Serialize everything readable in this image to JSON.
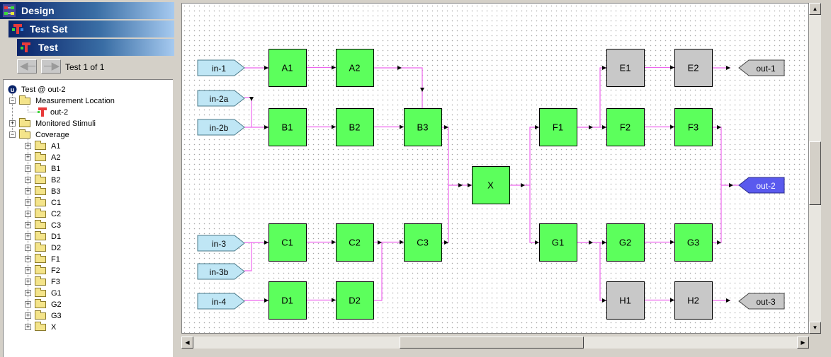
{
  "bands": {
    "design": "Design",
    "test_set": "Test Set",
    "test": "Test"
  },
  "nav": {
    "status": "Test 1 of 1"
  },
  "tree": {
    "root": "Test @ out-2",
    "measurement_location": "Measurement Location",
    "measurement_item": "out-2",
    "monitored_stimuli": "Monitored Stimuli",
    "coverage": "Coverage",
    "coverage_items": [
      "A1",
      "A2",
      "B1",
      "B2",
      "B3",
      "C1",
      "C2",
      "C3",
      "D1",
      "D2",
      "F1",
      "F2",
      "F3",
      "G1",
      "G2",
      "G3",
      "X"
    ]
  },
  "diagram": {
    "colors": {
      "active": "#5cff5c",
      "inactive": "#c8c8c8",
      "input": "#bfe6f5",
      "output_selected": "#5a5aee",
      "wire": "#ee66ee"
    },
    "inputs": [
      {
        "id": "in-1",
        "label": "in-1"
      },
      {
        "id": "in-2a",
        "label": "in-2a"
      },
      {
        "id": "in-2b",
        "label": "in-2b"
      },
      {
        "id": "in-3",
        "label": "in-3"
      },
      {
        "id": "in-3b",
        "label": "in-3b"
      },
      {
        "id": "in-4",
        "label": "in-4"
      }
    ],
    "outputs": [
      {
        "id": "out-1",
        "label": "out-1",
        "selected": false
      },
      {
        "id": "out-2",
        "label": "out-2",
        "selected": true
      },
      {
        "id": "out-3",
        "label": "out-3",
        "selected": false
      }
    ],
    "blocks": [
      {
        "id": "A1",
        "label": "A1",
        "active": true
      },
      {
        "id": "A2",
        "label": "A2",
        "active": true
      },
      {
        "id": "B1",
        "label": "B1",
        "active": true
      },
      {
        "id": "B2",
        "label": "B2",
        "active": true
      },
      {
        "id": "B3",
        "label": "B3",
        "active": true
      },
      {
        "id": "C1",
        "label": "C1",
        "active": true
      },
      {
        "id": "C2",
        "label": "C2",
        "active": true
      },
      {
        "id": "C3",
        "label": "C3",
        "active": true
      },
      {
        "id": "D1",
        "label": "D1",
        "active": true
      },
      {
        "id": "D2",
        "label": "D2",
        "active": true
      },
      {
        "id": "X",
        "label": "X",
        "active": true
      },
      {
        "id": "F1",
        "label": "F1",
        "active": true
      },
      {
        "id": "F2",
        "label": "F2",
        "active": true
      },
      {
        "id": "F3",
        "label": "F3",
        "active": true
      },
      {
        "id": "G1",
        "label": "G1",
        "active": true
      },
      {
        "id": "G2",
        "label": "G2",
        "active": true
      },
      {
        "id": "G3",
        "label": "G3",
        "active": true
      },
      {
        "id": "E1",
        "label": "E1",
        "active": false
      },
      {
        "id": "E2",
        "label": "E2",
        "active": false
      },
      {
        "id": "H1",
        "label": "H1",
        "active": false
      },
      {
        "id": "H2",
        "label": "H2",
        "active": false
      }
    ],
    "connections": [
      [
        "in-1",
        "A1"
      ],
      [
        "A1",
        "A2"
      ],
      [
        "A2",
        "B3"
      ],
      [
        "in-2a",
        "B1"
      ],
      [
        "in-2b",
        "B1"
      ],
      [
        "B1",
        "B2"
      ],
      [
        "B2",
        "B3"
      ],
      [
        "B3",
        "X"
      ],
      [
        "in-3",
        "C1"
      ],
      [
        "in-3b",
        "C1"
      ],
      [
        "C1",
        "C2"
      ],
      [
        "C2",
        "C3"
      ],
      [
        "in-4",
        "D1"
      ],
      [
        "D1",
        "D2"
      ],
      [
        "D2",
        "C3"
      ],
      [
        "C3",
        "X"
      ],
      [
        "X",
        "F1"
      ],
      [
        "X",
        "G1"
      ],
      [
        "F1",
        "E1"
      ],
      [
        "F1",
        "F2"
      ],
      [
        "E1",
        "E2"
      ],
      [
        "F2",
        "F3"
      ],
      [
        "E2",
        "out-1"
      ],
      [
        "G1",
        "G2"
      ],
      [
        "G1",
        "H1"
      ],
      [
        "G2",
        "G3"
      ],
      [
        "H1",
        "H2"
      ],
      [
        "H2",
        "out-3"
      ],
      [
        "F3",
        "out-2"
      ],
      [
        "G3",
        "out-2"
      ]
    ]
  }
}
